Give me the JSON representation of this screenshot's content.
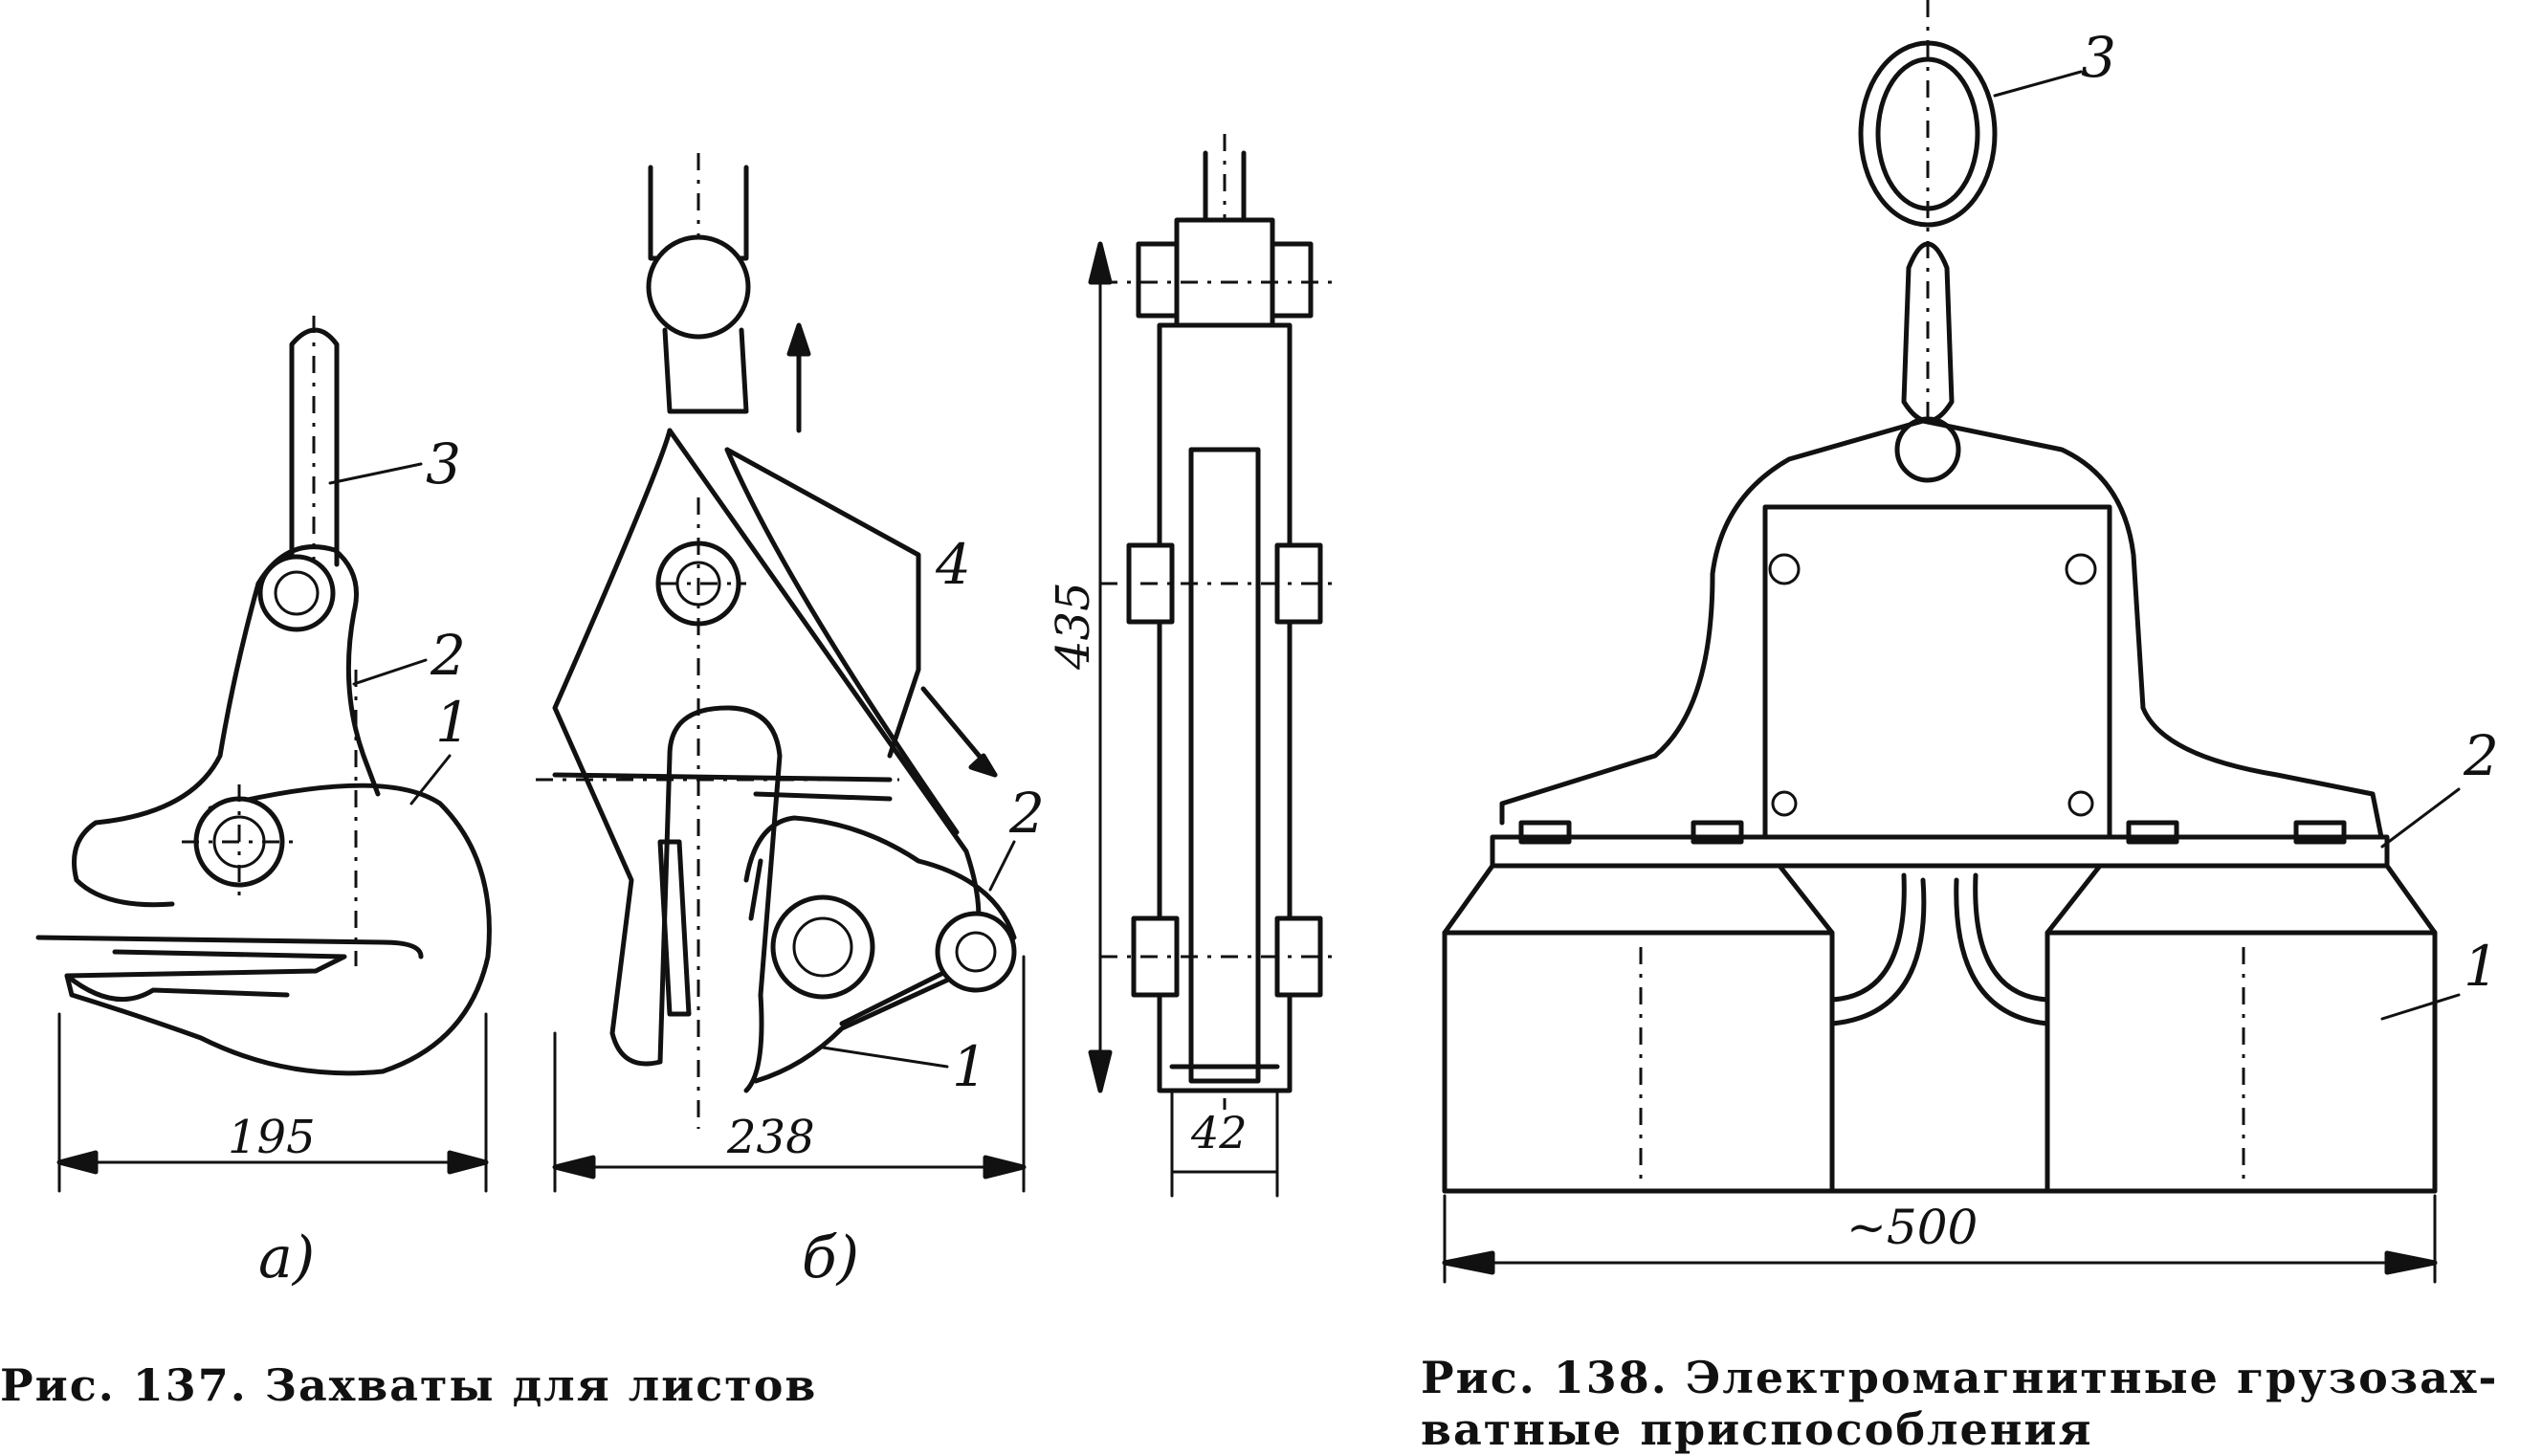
{
  "figure_137": {
    "caption": "Рис. 137. Захваты для листов",
    "subfig_a": {
      "label": "а)",
      "dimension": "195",
      "part_labels": [
        "1",
        "2",
        "3"
      ]
    },
    "subfig_b": {
      "label": "б)",
      "dimension_width": "238",
      "dimension_height": "435",
      "dimension_side": "42",
      "part_labels": [
        "1",
        "2",
        "4"
      ]
    }
  },
  "figure_138": {
    "caption_line1": "Рис. 138. Электромагнитные грузозах-",
    "caption_line2": "ватные приспособления",
    "dimension": "~500",
    "part_labels": [
      "1",
      "2",
      "3"
    ]
  }
}
